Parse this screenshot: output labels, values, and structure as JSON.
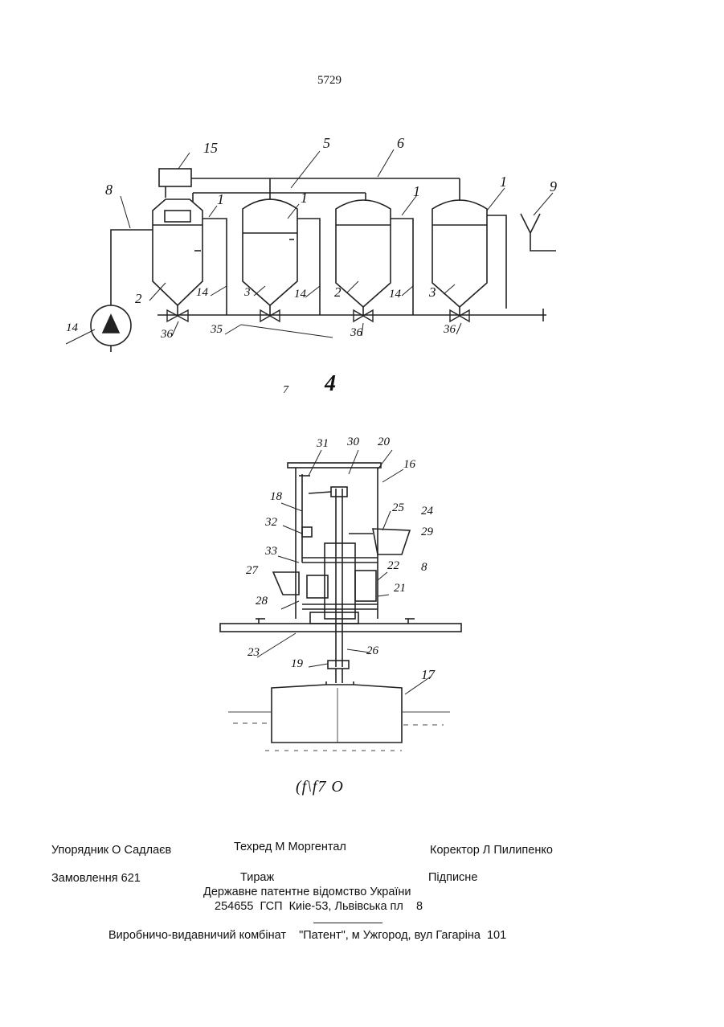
{
  "page_number": "5729",
  "figure1": {
    "caption_small": "7",
    "caption_big": "4",
    "labels": [
      "15",
      "5",
      "6",
      "8",
      "1",
      "1",
      "1",
      "1",
      "9",
      "2",
      "14",
      "3",
      "14",
      "2",
      "14",
      "3",
      "14",
      "36",
      "35",
      "36",
      "36"
    ]
  },
  "figure2": {
    "caption": "(f\\f7   O",
    "labels": [
      "31",
      "30",
      "20",
      "16",
      "18",
      "25",
      "24",
      "29",
      "32",
      "33",
      "27",
      "22",
      "8",
      "21",
      "28",
      "23",
      "26",
      "19",
      "17"
    ]
  },
  "imprint": {
    "compiler": "Упорядник О Садлаєв",
    "tech_editor": "Техред М Моргентал",
    "proofreader": "Коректор Л Пилипенко",
    "order": "Замовлення 621",
    "circulation": "Тираж",
    "subscription": "Підписне",
    "office": "Державне патентне  відомство України",
    "address": "254655  ГСП  Киіе-53, Львівська пл    8",
    "publisher": "Виробничо-видавничий комбінат    \"Патент\", м Ужгород, вул Гагаріна  101"
  }
}
